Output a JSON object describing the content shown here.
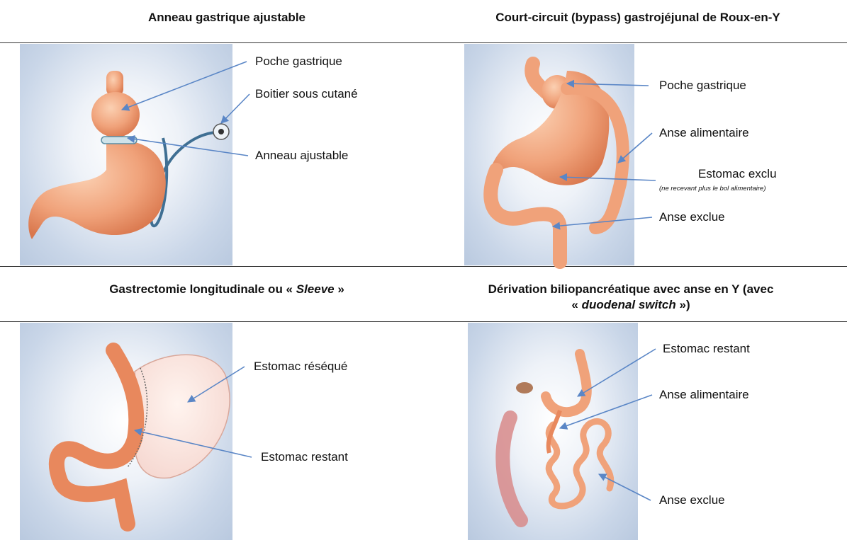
{
  "panels": [
    {
      "title": "Anneau gastrique ajustable",
      "labels": [
        "Poche gastrique",
        "Boitier sous cutané",
        "Anneau ajustable"
      ]
    },
    {
      "title": "Court-circuit (bypass)  gastrojéjunal de Roux-en-Y",
      "labels": [
        "Poche gastrique",
        "Anse alimentaire",
        "Estomac  exclu",
        "Anse exclue"
      ],
      "note": "(ne recevant plus le bol alimentaire)"
    },
    {
      "title_before": "Gastrectomie longitudinale ou « ",
      "title_em": "Sleeve",
      "title_after": " »",
      "labels": [
        "Estomac réséqué",
        "Estomac restant"
      ]
    },
    {
      "title_line1": "Dérivation biliopancréatique avec anse en Y (avec",
      "title_line2_before": "« ",
      "title_line2_em": "duodenal switch",
      "title_line2_after": " »)",
      "labels": [
        "Estomac restant",
        "Anse alimentaire",
        "Anse exclue"
      ]
    }
  ],
  "colors": {
    "organ": "#f0a27a",
    "organ_dark": "#d9774d",
    "band": "#8fb7cc",
    "tube": "#3f6f93",
    "leader": "#5a86c6",
    "colon": "#d88a8a"
  }
}
